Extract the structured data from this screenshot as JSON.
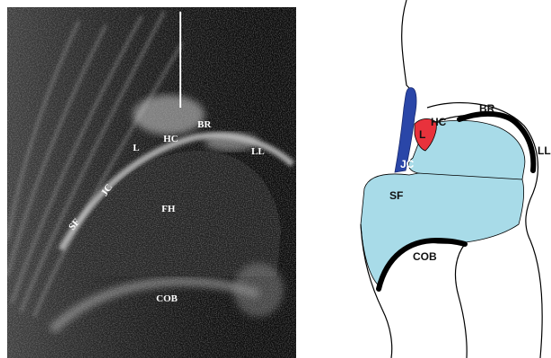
{
  "ultrasound": {
    "labels": {
      "br": "BR",
      "hc": "HC",
      "ll": "LL",
      "l": "L",
      "jc": "JC",
      "fh": "FH",
      "sf": "SF",
      "cob": "COB"
    }
  },
  "schematic": {
    "labels": {
      "br": "BR",
      "hc": "HC",
      "ll": "LL",
      "l": "L",
      "jc": "JC",
      "sf": "SF",
      "cob": "COB"
    },
    "colors": {
      "femoral_head": "#a8dbe8",
      "labrum": "#e8323c",
      "joint_capsule": "#2a46a8",
      "bone_rim": "#000000",
      "outline": "#000000"
    }
  }
}
